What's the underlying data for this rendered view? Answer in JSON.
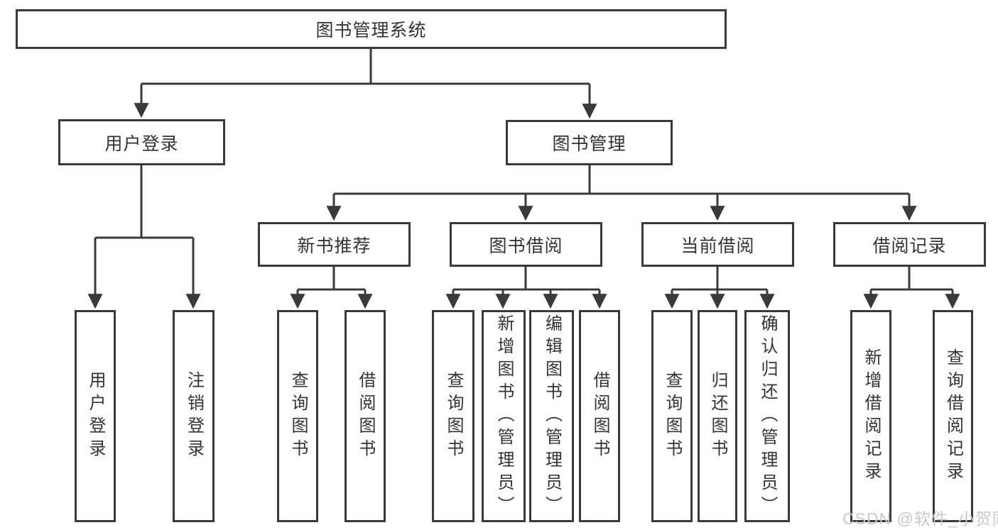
{
  "tree": {
    "root": {
      "label": "图书管理系统"
    },
    "branches": [
      {
        "label": "用户登录",
        "children": [
          {
            "label": "用户登录"
          },
          {
            "label": "注销登录"
          }
        ]
      },
      {
        "label": "图书管理",
        "children": [
          {
            "label": "新书推荐",
            "children": [
              {
                "label": "查询图书"
              },
              {
                "label": "借阅图书"
              }
            ]
          },
          {
            "label": "图书借阅",
            "children": [
              {
                "label": "查询图书"
              },
              {
                "label": "新增图书（管理员）"
              },
              {
                "label": "编辑图书（管理员）"
              },
              {
                "label": "借阅图书"
              }
            ]
          },
          {
            "label": "当前借阅",
            "children": [
              {
                "label": "查询图书"
              },
              {
                "label": "归还图书"
              },
              {
                "label": "确认归还（管理员）"
              }
            ]
          },
          {
            "label": "借阅记录",
            "children": [
              {
                "label": "新增借阅记录"
              },
              {
                "label": "查询借阅记录"
              }
            ]
          }
        ]
      }
    ]
  },
  "watermark": "CSDN @软件_小贺同学",
  "colors": {
    "line": "#3a3a3a",
    "box_border": "#3a3a3a",
    "text": "#333333",
    "watermark": "#c9c9c9",
    "background": "#ffffff"
  }
}
